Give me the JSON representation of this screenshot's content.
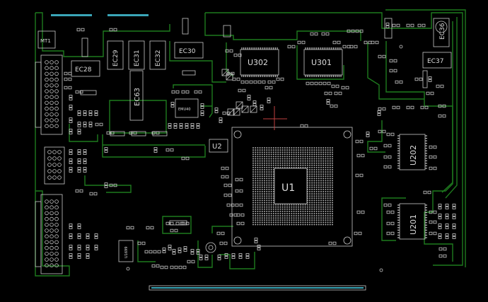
{
  "board": {
    "background": "#000000",
    "trace_color": "#1e7a1e",
    "silk_color": "#cfcfcf",
    "accent_color": "#3aa6b8"
  },
  "refdes": {
    "u302": "U302",
    "u301": "U301",
    "u202": "U202",
    "u201": "U201",
    "u2": "U2",
    "ec28": "EC28",
    "ec29": "EC29",
    "ec31": "EC31",
    "ec32": "EC32",
    "ec30": "EC30",
    "ec36": "EC36",
    "ec37": "EC37",
    "ec63": "EC63",
    "mt1": "MT1",
    "emu40": "EMU40",
    "u1699": "U1699",
    "soc_center": "U1"
  }
}
